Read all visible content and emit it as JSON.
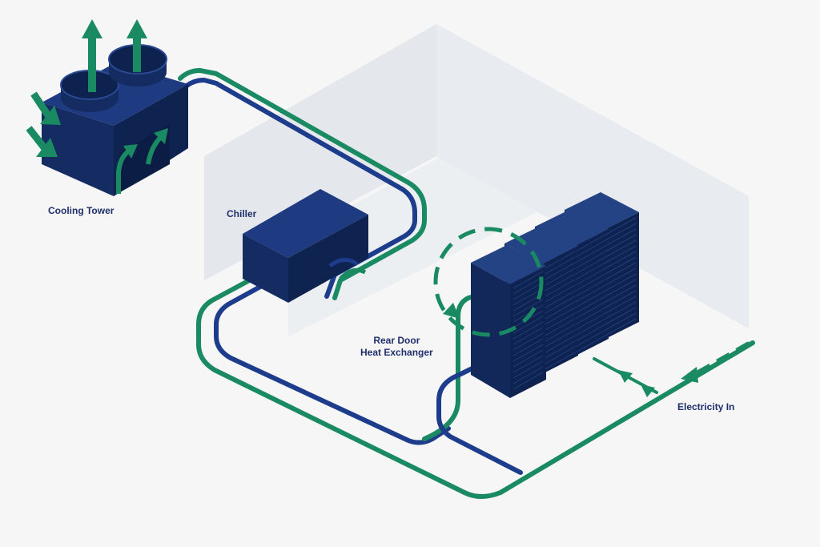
{
  "labels": {
    "cooling_tower": "Cooling Tower",
    "chiller": "Chiller",
    "rear_door_line1": "Rear Door",
    "rear_door_line2": "Heat Exchanger",
    "electricity_in": "Electricity In"
  },
  "colors": {
    "background": "#f6f6f6",
    "equipment_dark": "#12285a",
    "equipment_mid": "#1a3470",
    "equipment_top": "#234385",
    "pipe_blue": "#1d3c8c",
    "pipe_green": "#1a8a62",
    "room_wall": "#dfe5ec",
    "label_text": "#1f2f6b"
  }
}
